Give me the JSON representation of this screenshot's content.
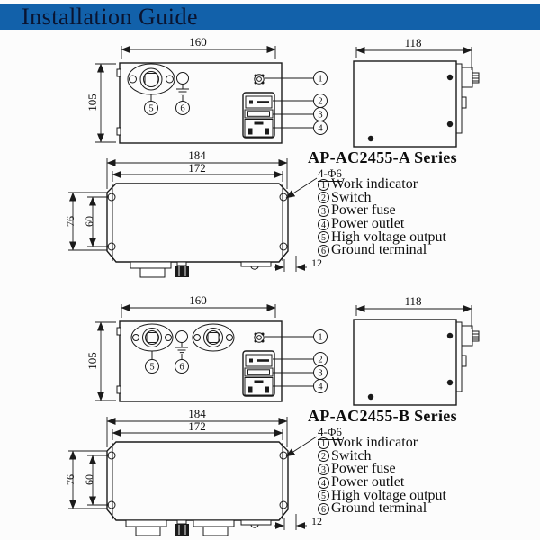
{
  "header": {
    "title": "Installation Guide"
  },
  "colors": {
    "title_bg": "#1261aa",
    "title_text": "#0a1430",
    "line": "#1a1a1a"
  },
  "sections": [
    {
      "series_title": "AP-AC2455-A Series",
      "holes_label": "4-Φ6",
      "legend": [
        {
          "num": "1",
          "label": "Work indicator"
        },
        {
          "num": "2",
          "label": "Switch"
        },
        {
          "num": "3",
          "label": "Power fuse"
        },
        {
          "num": "4",
          "label": "Power outlet"
        },
        {
          "num": "5",
          "label": "High voltage output"
        },
        {
          "num": "6",
          "label": "Ground terminal"
        }
      ],
      "front": {
        "width": "160",
        "height": "105",
        "callouts": [
          "1",
          "2",
          "3",
          "4"
        ],
        "hv_callout": "5",
        "gnd_callout": "6"
      },
      "side": {
        "width": "118"
      },
      "bottom": {
        "outer_width": "184",
        "inner_width": "172",
        "outer_height": "76",
        "inner_height": "60",
        "edge_offset": "12"
      }
    },
    {
      "series_title": "AP-AC2455-B Series",
      "holes_label": "4-Φ6",
      "legend": [
        {
          "num": "1",
          "label": "Work indicator"
        },
        {
          "num": "2",
          "label": "Switch"
        },
        {
          "num": "3",
          "label": "Power fuse"
        },
        {
          "num": "4",
          "label": "Power outlet"
        },
        {
          "num": "5",
          "label": "High voltage output"
        },
        {
          "num": "6",
          "label": "Ground terminal"
        }
      ],
      "front": {
        "width": "160",
        "height": "105",
        "callouts": [
          "1",
          "2",
          "3",
          "4"
        ],
        "hv_callout": "5",
        "gnd_callout": "6"
      },
      "side": {
        "width": "118"
      },
      "bottom": {
        "outer_width": "184",
        "inner_width": "172",
        "outer_height": "76",
        "inner_height": "60",
        "edge_offset": "12"
      }
    }
  ]
}
